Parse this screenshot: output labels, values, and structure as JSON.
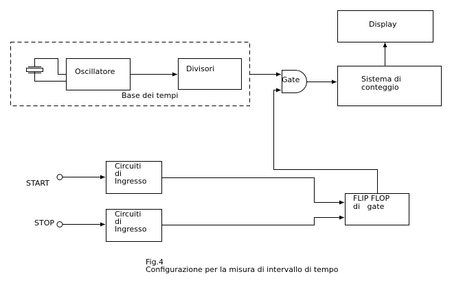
{
  "diagram": {
    "group": {
      "label": "Base dei tempi"
    },
    "blocks": {
      "oscillator": {
        "label": "Oscillatore"
      },
      "dividers": {
        "label": "Divisori"
      },
      "gate": {
        "label": "Gate"
      },
      "display": {
        "label": "Display"
      },
      "counter": {
        "line1": "Sistema di",
        "line2": "conteggio"
      },
      "input_start": {
        "line1": "Circuiti",
        "line2": "di",
        "line3": "Ingresso"
      },
      "input_stop": {
        "line1": "Circuiti",
        "line2": "di",
        "line3": "Ingresso"
      },
      "flipflop": {
        "line1": "FLIP FLOP",
        "line2": "di   gate"
      }
    },
    "terminals": {
      "start": {
        "label": "START"
      },
      "stop": {
        "label": "STOP"
      }
    },
    "caption": {
      "fig": "Fig.4",
      "text": "Configurazione per la misura di intervallo di tempo"
    }
  }
}
